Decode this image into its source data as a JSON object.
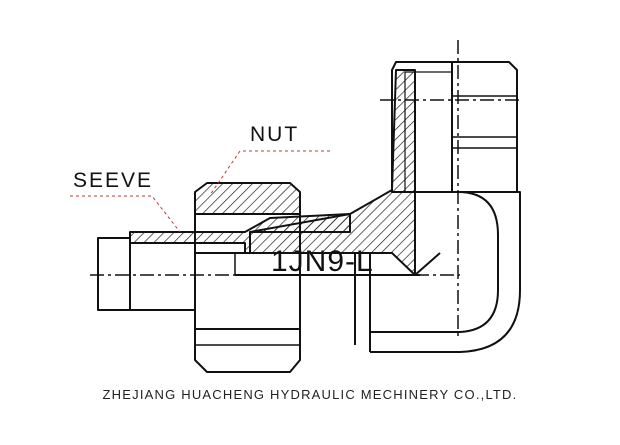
{
  "labels": {
    "nut": "NUT",
    "seeve": "SEEVE",
    "model": "1JN9-L"
  },
  "footer": {
    "company": "ZHEJIANG HUACHENG HYDRAULIC MECHINERY CO.,LTD."
  },
  "colors": {
    "line": "#111111",
    "leader": "#c0392b",
    "background": "#ffffff"
  }
}
